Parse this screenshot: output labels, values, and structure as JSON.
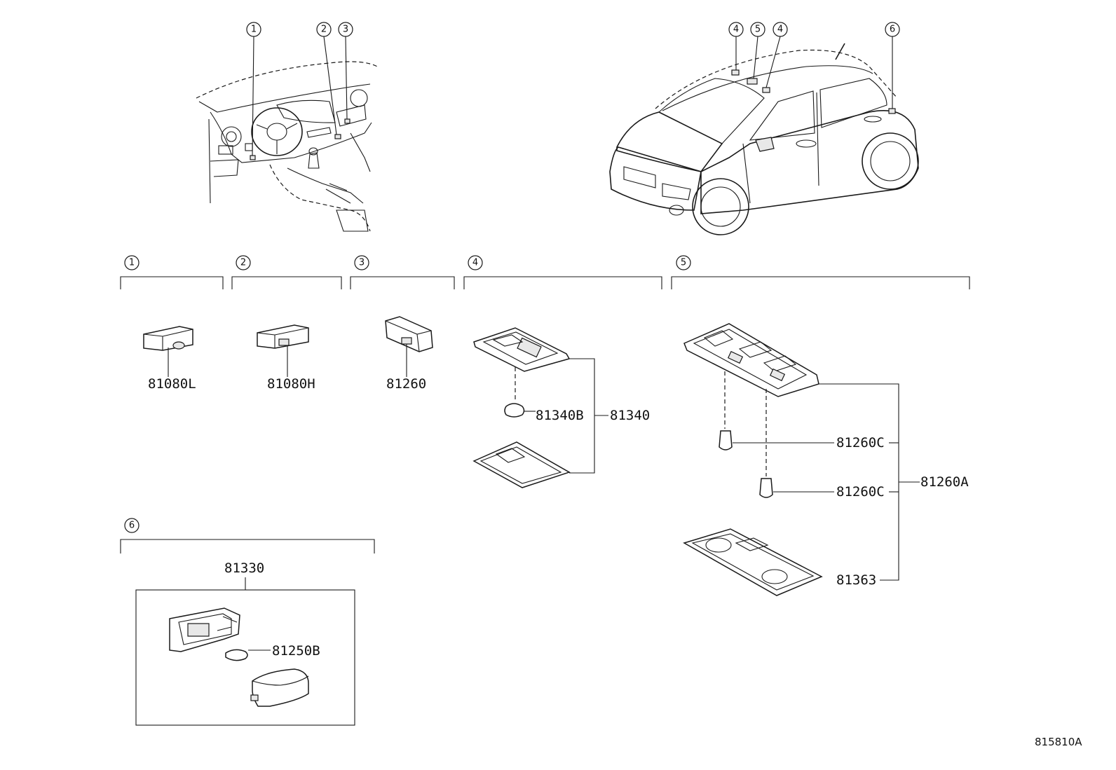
{
  "diagram_code": "815810A",
  "location_callouts": {
    "dash_1": "1",
    "dash_2": "2",
    "dash_3": "3",
    "car_4a": "4",
    "car_5": "5",
    "car_4b": "4",
    "car_6": "6"
  },
  "groups": [
    {
      "id": "1",
      "parts": [
        "81080L"
      ]
    },
    {
      "id": "2",
      "parts": [
        "81080H"
      ]
    },
    {
      "id": "3",
      "parts": [
        "81260"
      ]
    },
    {
      "id": "4",
      "parts": [
        "81340B",
        "81340"
      ]
    },
    {
      "id": "5",
      "parts": [
        "81260C",
        "81260C",
        "81260A",
        "81363"
      ]
    },
    {
      "id": "6",
      "parts": [
        "81330",
        "81250B"
      ]
    }
  ]
}
